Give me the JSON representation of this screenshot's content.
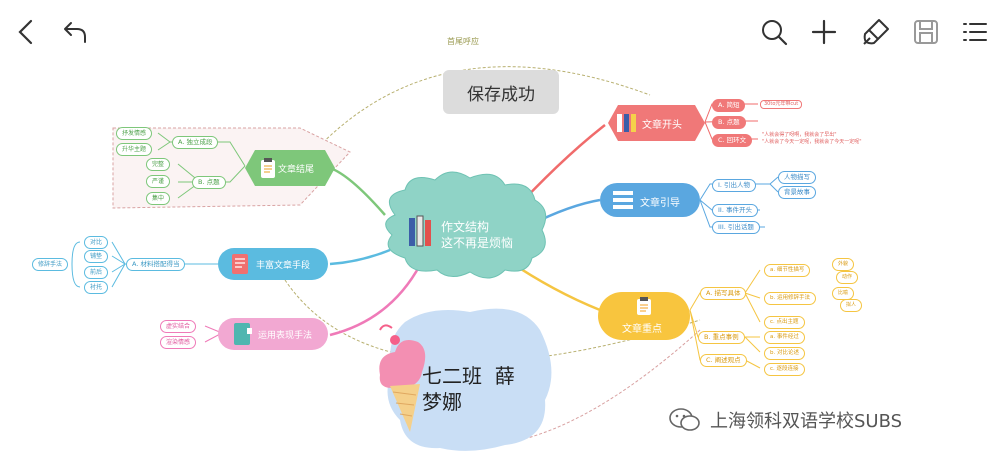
{
  "toolbar": {
    "back": "back-arrow-icon",
    "undo": "undo-icon",
    "search": "search-icon",
    "add": "plus-icon",
    "style": "brush-icon",
    "save": "save-icon",
    "menu": "menu-icon"
  },
  "toast": {
    "text": "保存成功"
  },
  "arc_label": "首尾呼应",
  "center": {
    "line1": "作文结构",
    "line2": "这不再是烦恼"
  },
  "branches": {
    "opening": {
      "title": "文章开头",
      "items": [
        "A. 简短",
        "B. 点题",
        "C. 回环文"
      ],
      "notes": [
        "30to元年带cut",
        "\"人就会得了呀啊，我就会了早出\"",
        "\"人就会了今天一定呢，我就会了今天一定呢\""
      ]
    },
    "lead": {
      "title": "文章引导",
      "items": [
        "I. 引出人物",
        "II. 事件开头",
        "III. 引出话题"
      ],
      "subs": [
        "人物描写",
        "背景故事"
      ]
    },
    "focus": {
      "title": "文章重点",
      "items": [
        "A. 描写具体",
        "B. 重点事例",
        "C. 阐述观点"
      ],
      "subs": [
        "a. 细节性描写",
        "b. 运用修辞手法",
        "c. 点出主题",
        "a. 事件经过",
        "b. 对比论述",
        "c. 逐段连接"
      ],
      "tiny": [
        "外貌",
        "动作",
        "比喻",
        "拟人"
      ]
    },
    "ending": {
      "title": "文章结尾",
      "items": [
        "A. 独立成段",
        "B. 点题"
      ],
      "subs": [
        "抒发情感",
        "升华主题",
        "完整",
        "严谨",
        "集中"
      ]
    },
    "means": {
      "title": "丰富文章手段",
      "items": [
        "A. 材料搭配得当"
      ],
      "subs": [
        "对比",
        "铺垫",
        "前后",
        "衬托"
      ],
      "outer": "修辞手法"
    },
    "express": {
      "title": "运用表现手法",
      "subs": [
        "虚实结合",
        "渲染情感"
      ]
    }
  },
  "author": {
    "line1": "七二班  薛",
    "line2": "梦娜"
  },
  "watermark": {
    "text": "上海领科双语学校SUBS"
  }
}
